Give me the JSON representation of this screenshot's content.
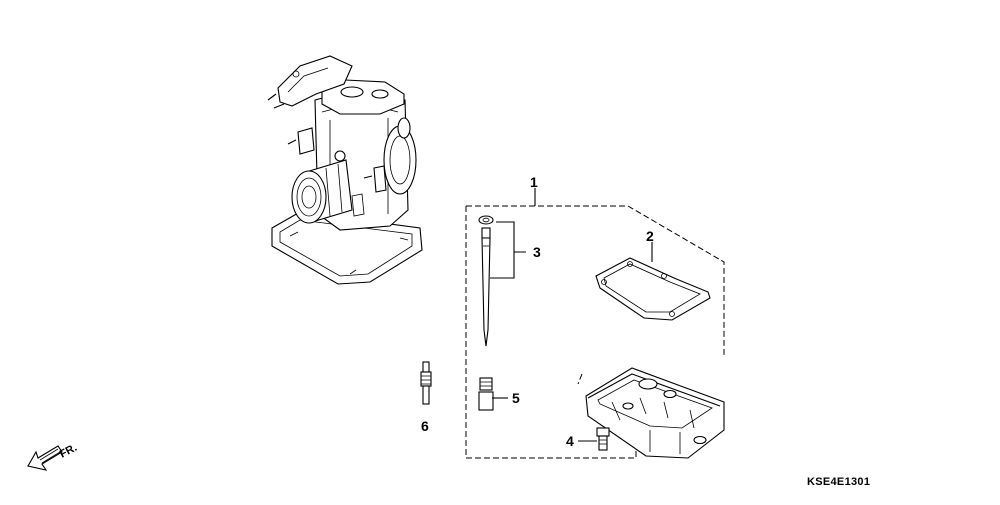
{
  "callouts": {
    "c1": "1",
    "c2": "2",
    "c3": "3",
    "c4": "4",
    "c5": "5",
    "c6": "6"
  },
  "direction_marker": {
    "label": "FR.",
    "icon": "arrow-down-left-icon"
  },
  "diagram_code": "KSE4E1301"
}
